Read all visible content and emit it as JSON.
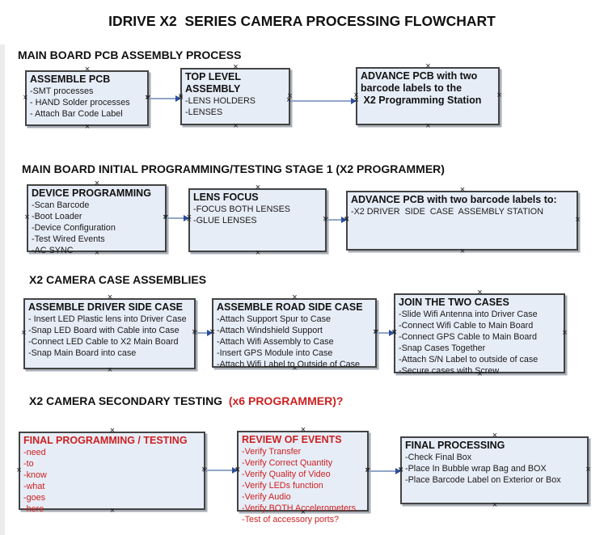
{
  "title": "IDRIVE X2  SERIES CAMERA PROCESSING FLOWCHART",
  "colors": {
    "box_fill": "#e7edf7",
    "box_border": "#434343",
    "red_text": "#cc2020",
    "black_text": "#141414",
    "arrow_line": "#91a6c8",
    "arrow_head": "#2b4ea0"
  },
  "icons": {
    "connection_handle": "×"
  },
  "sections": [
    {
      "heading": "MAIN BOARD PCB ASSEMBLY PROCESS",
      "heading_suffix": "",
      "boxes": [
        {
          "title": "ASSEMBLE PCB",
          "items": [
            "-SMT processes",
            "- HAND Solder processes",
            "- Attach Bar Code Label"
          ]
        },
        {
          "title": "TOP LEVEL ASSEMBLY",
          "items": [
            "-LENS HOLDERS",
            "-LENSES"
          ]
        },
        {
          "title": "ADVANCE PCB with two\nbarcode labels to the\n X2 Programming Station",
          "items": []
        }
      ]
    },
    {
      "heading": "MAIN BOARD INITIAL PROGRAMMING/TESTING STAGE 1 (X2 PROGRAMMER)",
      "heading_suffix": "",
      "boxes": [
        {
          "title": "DEVICE PROGRAMMING",
          "items": [
            "-Scan Barcode",
            "-Boot Loader",
            "-Device Configuration",
            "-Test Wired Events",
            "-AC SYNC"
          ]
        },
        {
          "title": "LENS FOCUS",
          "items": [
            "-FOCUS BOTH LENSES",
            "-GLUE LENSES"
          ]
        },
        {
          "title": "ADVANCE PCB with two barcode labels to:",
          "items": [
            "-X2 DRIVER  SIDE  CASE  ASSEMBLY STATION"
          ]
        }
      ]
    },
    {
      "heading": "X2 CAMERA CASE ASSEMBLIES",
      "heading_suffix": "",
      "boxes": [
        {
          "title": "ASSEMBLE DRIVER SIDE CASE",
          "items": [
            "- Insert LED Plastic lens into Driver Case",
            "-Snap LED Board with Cable into Case",
            "-Connect LED Cable to X2 Main Board",
            "-Snap Main Board into case"
          ]
        },
        {
          "title": "ASSEMBLE ROAD SIDE CASE",
          "items": [
            "-Attach Support Spur to Case",
            "-Attach Windshield Support",
            "-Attach Wifi Assembly to Case",
            "-Insert GPS Module into Case",
            "-Attach Wifi Label to Outside of Case"
          ]
        },
        {
          "title": "JOIN THE TWO CASES",
          "items": [
            "-Slide Wifi Antenna into Driver Case",
            "-Connect Wifi Cable to Main Board",
            "-Connect GPS Cable to Main Board",
            "-Snap Cases Together",
            "-Attach S/N Label to outside of case",
            "-Secure cases with Screw"
          ]
        }
      ]
    },
    {
      "heading": "X2 CAMERA SECONDARY TESTING  ",
      "heading_suffix": "(x6 PROGRAMMER)?",
      "boxes": [
        {
          "title": "FINAL PROGRAMMING / TESTING",
          "text_color": "#cc2020",
          "items": [
            "-need",
            "-to",
            "-know",
            "-what",
            "-goes",
            "-here"
          ]
        },
        {
          "title": "REVIEW OF EVENTS",
          "text_color": "#cc2020",
          "items": [
            "-Verify Transfer",
            "-Verify Correct Quantity",
            "-Verify Quality of Video",
            "-Verify LEDs function",
            "-Verify Audio",
            "-Verify BOTH Accelerometers",
            "-Test of accessory ports?"
          ]
        },
        {
          "title": "FINAL PROCESSING",
          "items": [
            "-Check Final Box",
            "-Place In Bubble wrap Bag and BOX",
            "-Place Barcode Label on Exterior or Box"
          ]
        }
      ]
    }
  ]
}
